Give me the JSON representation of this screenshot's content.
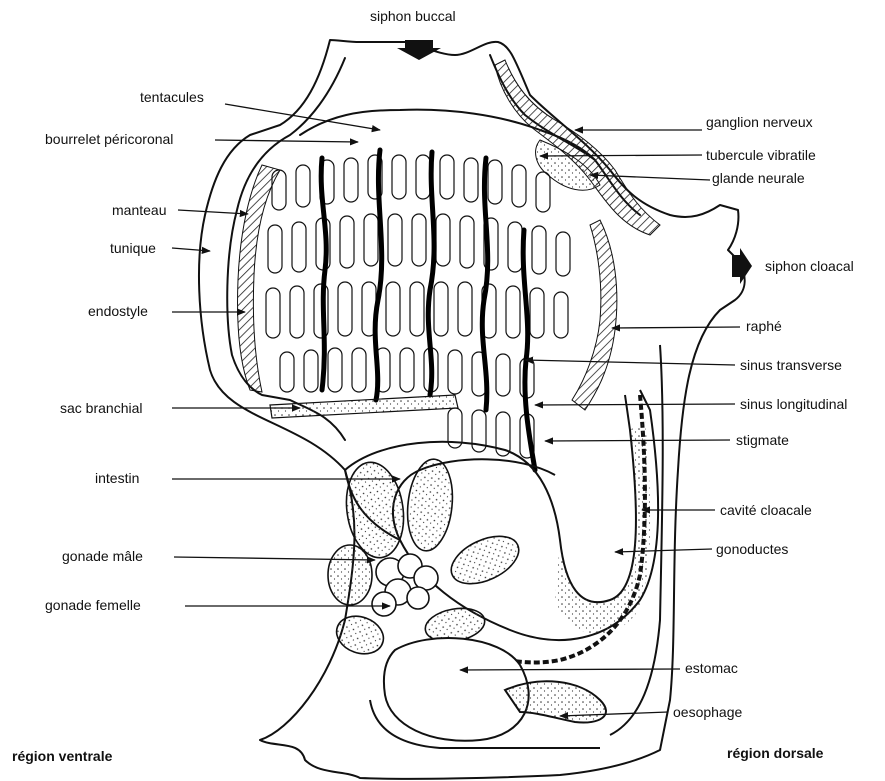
{
  "labels": {
    "siphon_buccal": "siphon buccal",
    "tentacules": "tentacules",
    "bourrelet": "bourrelet  péricoronal",
    "manteau": "manteau",
    "tunique": "tunique",
    "endostyle": "endostyle",
    "sac_branchial": "sac  branchial",
    "intestin": "intestin",
    "gonade_male": "gonade mâle",
    "gonade_femelle": "gonade femelle",
    "ganglion": "ganglion  nerveux",
    "tubercule": "tubercule  vibratile",
    "glande": "glande  neurale",
    "siphon_cloacal": "siphon cloacal",
    "raphe": "raphé",
    "sinus_transverse": "sinus  transverse",
    "sinus_longitudinal": "sinus  longitudinal",
    "stigmate": "stigmate",
    "cavite": "cavité  cloacale",
    "gonoductes": "gonoductes",
    "estomac": "estomac",
    "oesophage": "oesophage",
    "region_ventrale": "région  ventrale",
    "region_dorsale": "région  dorsale"
  },
  "colors": {
    "ink": "#111111",
    "paper": "#ffffff"
  }
}
